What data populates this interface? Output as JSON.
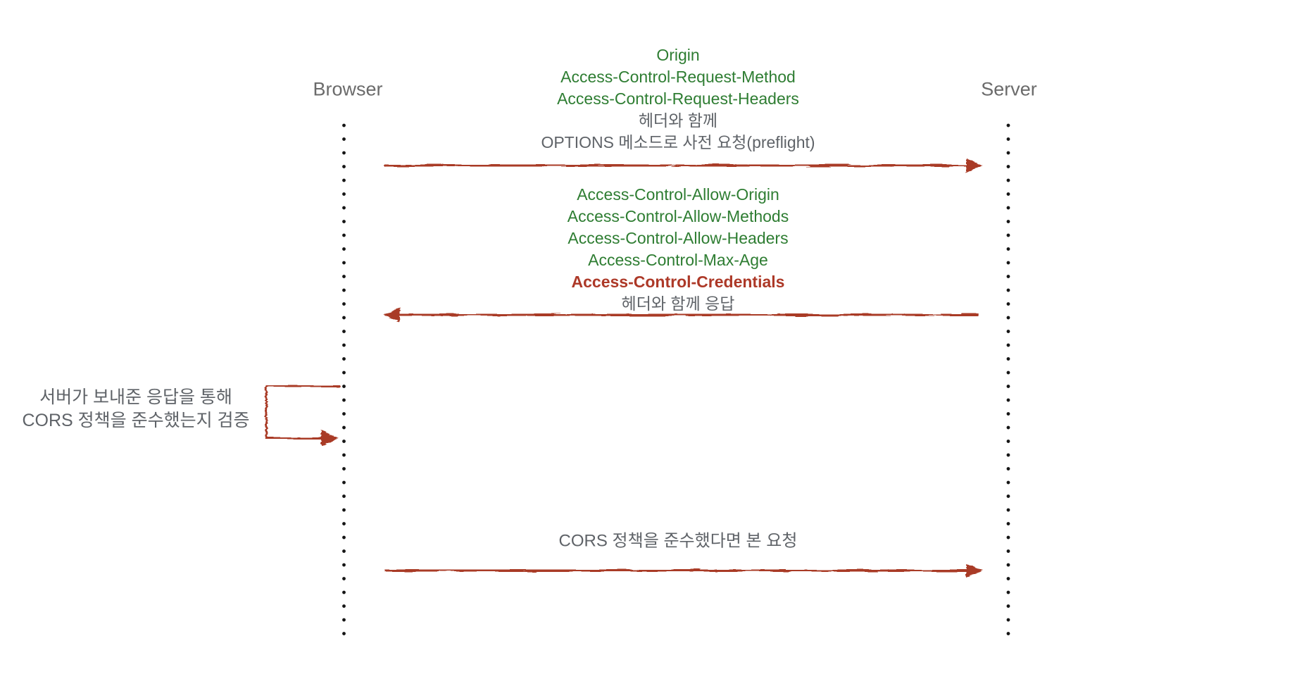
{
  "colors": {
    "green": "#2e7d32",
    "red_bold": "#ad3928",
    "arrow": "#a93b26",
    "gray_text": "#5f6368",
    "label_gray": "#6b6b6b",
    "dot": "#161616"
  },
  "actors": {
    "browser": "Browser",
    "server": "Server"
  },
  "preflight_request": {
    "headers": [
      "Origin",
      "Access-Control-Request-Method",
      "Access-Control-Request-Headers"
    ],
    "note_with": "헤더와 함께",
    "note_method": "OPTIONS 메소드로 사전 요청(preflight)"
  },
  "preflight_response": {
    "headers": [
      "Access-Control-Allow-Origin",
      "Access-Control-Allow-Methods",
      "Access-Control-Allow-Headers",
      "Access-Control-Max-Age"
    ],
    "credential_header": "Access-Control-Credentials",
    "note": "헤더와 함께 응답"
  },
  "validation_note": {
    "line1": "서버가 보내준 응답을 통해",
    "line2": "CORS 정책을 준수했는지 검증"
  },
  "main_request": {
    "label": "CORS 정책을 준수했다면 본 요청"
  }
}
